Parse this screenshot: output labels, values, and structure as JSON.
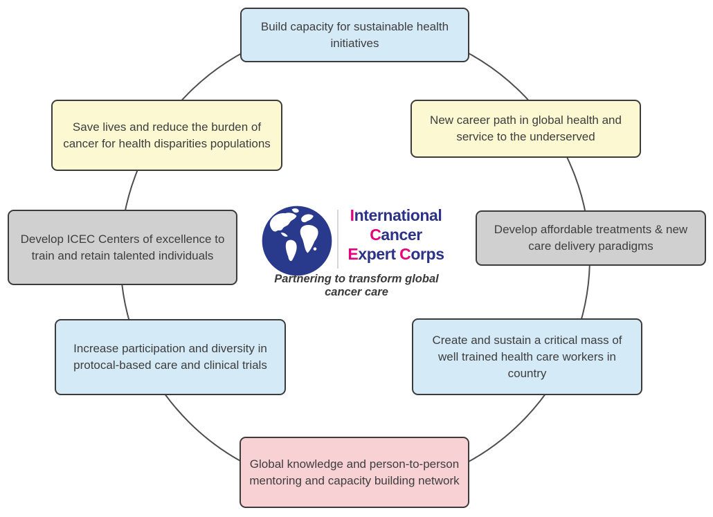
{
  "diagram": {
    "boxes": [
      {
        "id": "build-capacity",
        "label": "Build capacity for sustainable health initiatives",
        "fill": "#d5eaf7"
      },
      {
        "id": "save-lives",
        "label": "Save lives and reduce the burden of cancer for health disparities populations",
        "fill": "#fbf8d2"
      },
      {
        "id": "new-career-path",
        "label": "New career path in global health and service to the underserved",
        "fill": "#fbf8d2"
      },
      {
        "id": "icec-centers",
        "label": "Develop ICEC Centers of excellence to train and retain talented individuals",
        "fill": "#d1d0d0"
      },
      {
        "id": "affordable-treatments",
        "label": "Develop affordable treatments & new care delivery paradigms",
        "fill": "#d1d0d0"
      },
      {
        "id": "participation-diversity",
        "label": "Increase participation and diversity in protocal-based care and clinical trials",
        "fill": "#d5eaf7"
      },
      {
        "id": "critical-mass",
        "label": "Create and sustain a critical mass of well trained health care workers in country",
        "fill": "#d5eaf7"
      },
      {
        "id": "global-knowledge",
        "label": "Global knowledge and person-to-person mentoring and capacity building network",
        "fill": "#f8d1d4"
      }
    ],
    "colors": {
      "box_border": "#3b3b3b",
      "box_text": "#3d3d3d",
      "ring_stroke": "#4d4d4d",
      "logo_navy": "#2b3287",
      "logo_pink": "#e5007d",
      "globe_navy": "#293a8d"
    },
    "logo": {
      "line1_lead": "I",
      "line1_rest": "nternational",
      "line2_lead": "C",
      "line2_rest": "ancer",
      "line3_lead1": "E",
      "line3_rest1": "xpert",
      "line3_lead2": "C",
      "line3_rest2": "orps",
      "tagline": "Partnering to transform global cancer care"
    }
  }
}
